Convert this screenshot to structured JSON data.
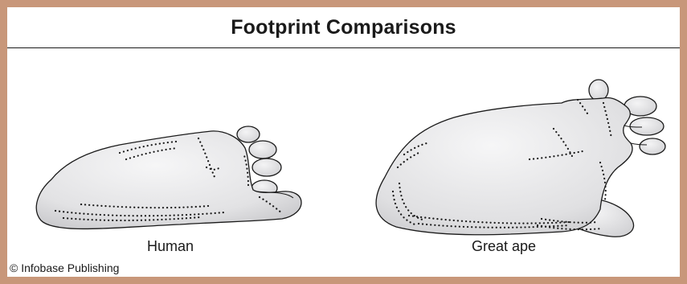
{
  "title": "Footprint Comparisons",
  "labels": {
    "human": "Human",
    "great_ape": "Great ape"
  },
  "credit": "© Infobase Publishing",
  "colors": {
    "border": "#c8977a",
    "ink": "#1a1a1a",
    "fill_light": "#f4f4f5",
    "fill_dark": "#c9c9cc"
  }
}
